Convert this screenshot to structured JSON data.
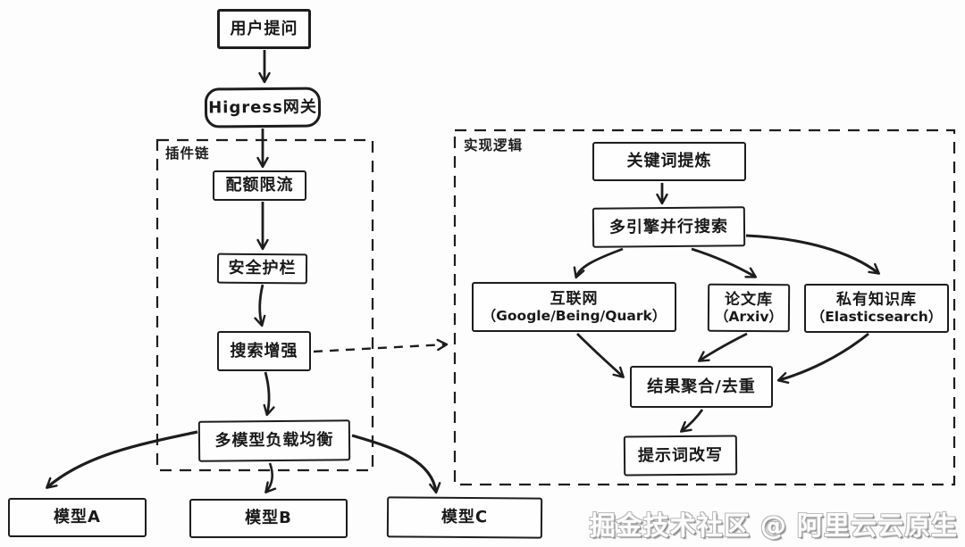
{
  "diagram": {
    "nodes": {
      "user_question": {
        "label": "用户提问"
      },
      "gateway": {
        "label": "Higress网关"
      },
      "quota": {
        "label": "配额限流"
      },
      "guardrail": {
        "label": "安全护栏"
      },
      "search_enhance": {
        "label": "搜索增强"
      },
      "load_balance": {
        "label": "多模型负载均衡"
      },
      "model_a": {
        "label": "模型A"
      },
      "model_b": {
        "label": "模型B"
      },
      "model_c": {
        "label": "模型C"
      },
      "keyword_refine": {
        "label": "关键词提炼"
      },
      "multi_engine_search": {
        "label": "多引擎并行搜索"
      },
      "internet": {
        "line1": "互联网",
        "line2": "（Google/Being/Quark）"
      },
      "papers": {
        "line1": "论文库",
        "line2": "（Arxiv）"
      },
      "private_kb": {
        "line1": "私有知识库",
        "line2": "（Elasticsearch）"
      },
      "aggregate": {
        "label": "结果聚合/去重"
      },
      "prompt_rewrite": {
        "label": "提示词改写"
      }
    },
    "groups": {
      "plugin_chain": {
        "label": "插件链"
      },
      "impl_logic": {
        "label": "实现逻辑"
      }
    },
    "edges": [
      {
        "from": "user_question",
        "to": "gateway",
        "style": "solid"
      },
      {
        "from": "gateway",
        "to": "quota",
        "style": "solid"
      },
      {
        "from": "quota",
        "to": "guardrail",
        "style": "solid"
      },
      {
        "from": "guardrail",
        "to": "search_enhance",
        "style": "solid"
      },
      {
        "from": "search_enhance",
        "to": "load_balance",
        "style": "solid"
      },
      {
        "from": "load_balance",
        "to": "model_a",
        "style": "solid"
      },
      {
        "from": "load_balance",
        "to": "model_b",
        "style": "solid"
      },
      {
        "from": "load_balance",
        "to": "model_c",
        "style": "solid"
      },
      {
        "from": "search_enhance",
        "to": "impl_logic_group",
        "style": "dashed"
      },
      {
        "from": "keyword_refine",
        "to": "multi_engine_search",
        "style": "solid"
      },
      {
        "from": "multi_engine_search",
        "to": "internet",
        "style": "solid"
      },
      {
        "from": "multi_engine_search",
        "to": "papers",
        "style": "solid"
      },
      {
        "from": "multi_engine_search",
        "to": "private_kb",
        "style": "solid"
      },
      {
        "from": "internet",
        "to": "aggregate",
        "style": "solid"
      },
      {
        "from": "papers",
        "to": "aggregate",
        "style": "solid"
      },
      {
        "from": "private_kb",
        "to": "aggregate",
        "style": "solid"
      },
      {
        "from": "aggregate",
        "to": "prompt_rewrite",
        "style": "solid"
      }
    ],
    "colors": {
      "stroke": "#1d1d1d",
      "background": "#fdfdfd",
      "watermark_fill": "#fdfdfd",
      "watermark_shadow": "#9a9a9a"
    },
    "watermark": "掘金技术社区 @ 阿里云云原生"
  }
}
